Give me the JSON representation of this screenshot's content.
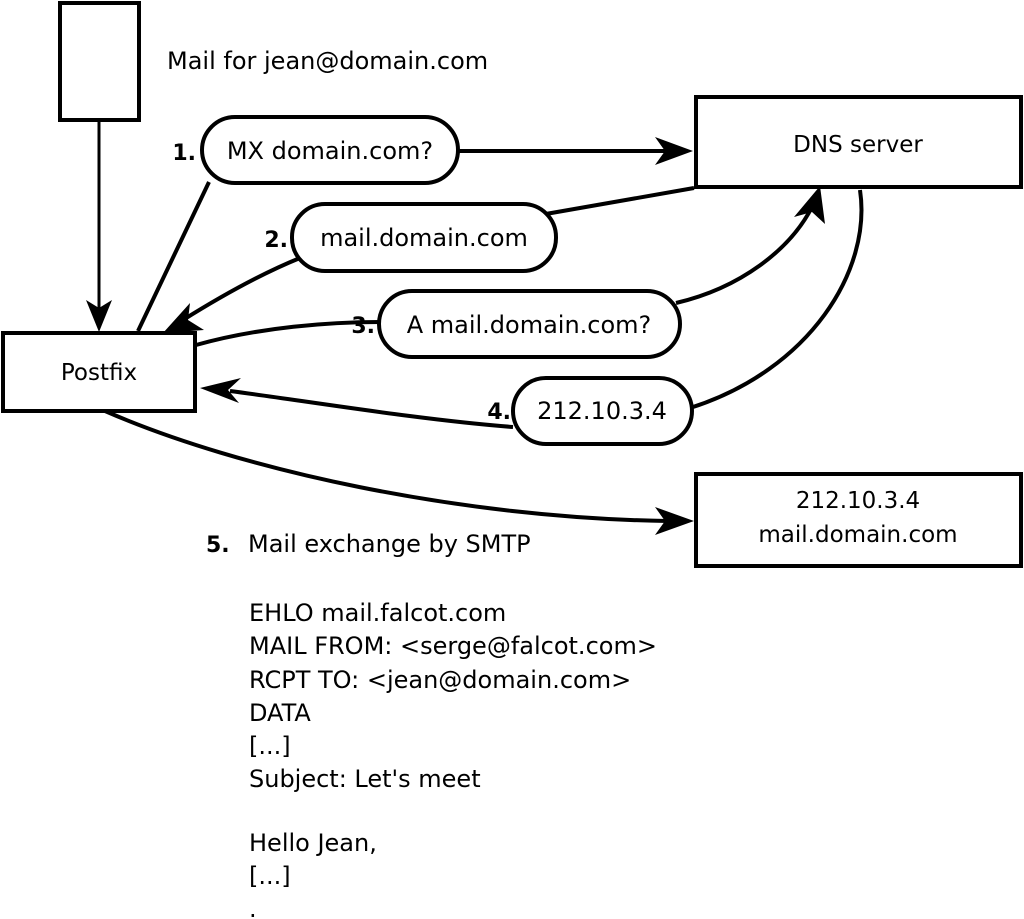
{
  "diagram": {
    "title_caption": "Mail for jean@domain.com",
    "nodes": {
      "sender_box": {
        "label": ""
      },
      "postfix": {
        "label": "Postfix"
      },
      "dns_server": {
        "label": "DNS server"
      },
      "target_server": {
        "line1": "212.10.3.4",
        "line2": "mail.domain.com"
      }
    },
    "steps": [
      {
        "number": "1.",
        "label": "MX domain.com?"
      },
      {
        "number": "2.",
        "label": "mail.domain.com"
      },
      {
        "number": "3.",
        "label": "A mail.domain.com?"
      },
      {
        "number": "4.",
        "label": "212.10.3.4"
      }
    ],
    "step5": {
      "number": "5.",
      "label": "Mail exchange by SMTP"
    },
    "smtp_transcript": [
      "EHLO mail.falcot.com",
      "MAIL FROM: <serge@falcot.com>",
      "RCPT TO: <jean@domain.com>",
      "DATA",
      "[...]",
      "Subject: Let's meet",
      "",
      "Hello Jean,",
      "[...]",
      "."
    ],
    "colors": {
      "stroke": "#000000",
      "fill": "#ffffff",
      "text": "#000000"
    }
  }
}
